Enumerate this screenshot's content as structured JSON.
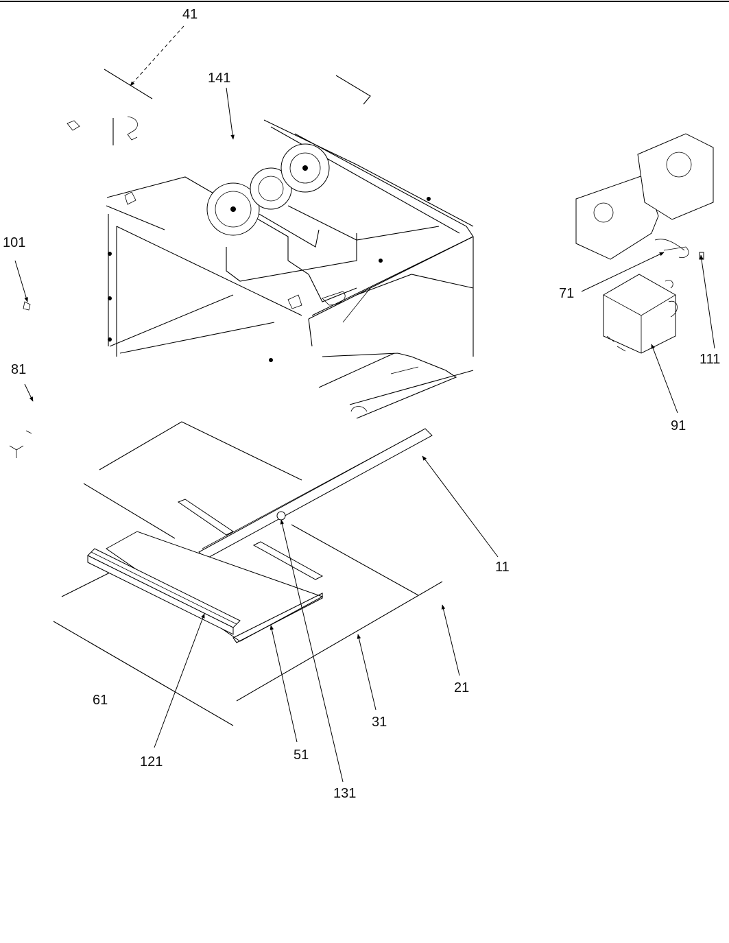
{
  "callouts": {
    "c41": "41",
    "c141": "141",
    "c101": "101",
    "c81": "81",
    "c71": "71",
    "c111": "111",
    "c91": "91",
    "c11": "11",
    "c21": "21",
    "c31": "31",
    "c61": "61",
    "c121": "121",
    "c51": "51",
    "c131": "131"
  }
}
